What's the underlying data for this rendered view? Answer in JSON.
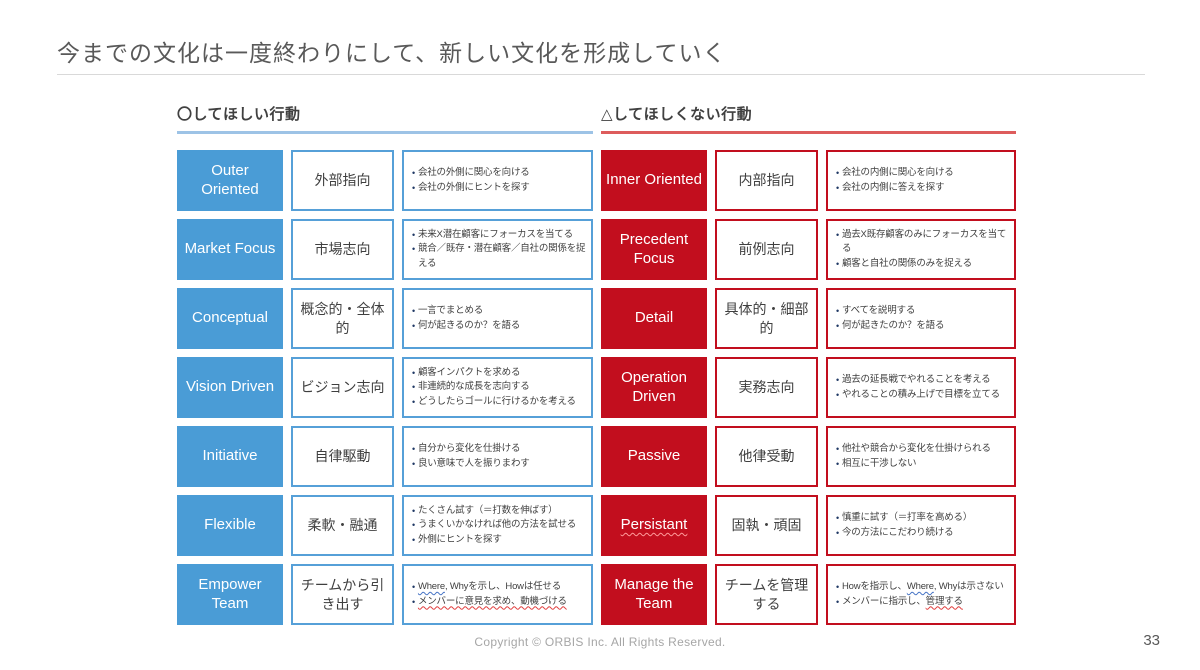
{
  "slide": {
    "title": "今までの文化は一度終わりにして、新しい文化を形成していく",
    "copyright": "Copyright © ORBIS Inc. All Rights Reserved.",
    "page_number": "33"
  },
  "colors": {
    "desired_fill": "#4A9CD6",
    "desired_border": "#56A0D8",
    "desired_header_underline": "#9DC3E6",
    "undesired_fill": "#C20E1E",
    "undesired_border": "#C20E1E",
    "undesired_header_underline": "#DD5C5C",
    "bullet_dot": "#1F3864",
    "title_text": "#595959",
    "body_text": "#404040"
  },
  "left_section": {
    "header": "〇してほしい行動",
    "rows": [
      {
        "en": "Outer Oriented",
        "jp": "外部指向",
        "bullets": [
          "会社の外側に関心を向ける",
          "会社の外側にヒントを探す"
        ]
      },
      {
        "en": "Market Focus",
        "jp": "市場志向",
        "bullets": [
          "未来X潜在顧客にフォーカスを当てる",
          "競合／既存・潜在顧客／自社の関係を捉える"
        ]
      },
      {
        "en": "Conceptual",
        "jp": "概念的・全体的",
        "bullets": [
          "一言でまとめる",
          "何が起きるのか？を語る"
        ]
      },
      {
        "en": "Vision Driven",
        "jp": "ビジョン志向",
        "bullets": [
          "顧客インパクトを求める",
          "非連続的な成長を志向する",
          "どうしたらゴールに行けるかを考える"
        ]
      },
      {
        "en": "Initiative",
        "jp": "自律駆動",
        "bullets": [
          "自分から変化を仕掛ける",
          "良い意味で人を振りまわす"
        ]
      },
      {
        "en": "Flexible",
        "jp": "柔軟・融通",
        "bullets": [
          "たくさん試す（＝打数を伸ばす）",
          "うまくいかなければ他の方法を試せる",
          "外側にヒントを探す"
        ]
      },
      {
        "en": "Empower Team",
        "jp": "チームから引き出す",
        "bullets": [
          [
            {
              "t": "Where",
              "wavy": "blue"
            },
            {
              "t": ", Whyを示し、Howは任せる"
            }
          ],
          [
            {
              "t": "メンバーに意見を求め、動機づける",
              "wavy": "red"
            }
          ]
        ]
      }
    ]
  },
  "right_section": {
    "header": "△してほしくない行動",
    "rows": [
      {
        "en": "Inner Oriented",
        "jp": "内部指向",
        "bullets": [
          "会社の内側に関心を向ける",
          "会社の内側に答えを探す"
        ]
      },
      {
        "en": "Precedent Focus",
        "jp": "前例志向",
        "bullets": [
          "過去X既存顧客のみにフォーカスを当てる",
          "顧客と自社の関係のみを捉える"
        ]
      },
      {
        "en": "Detail",
        "jp": "具体的・細部的",
        "bullets": [
          "すべてを説明する",
          "何が起きたのか？を語る"
        ]
      },
      {
        "en": "Operation Driven",
        "jp": "実務志向",
        "bullets": [
          "過去の延長戦でやれることを考える",
          "やれることの積み上げで目標を立てる"
        ]
      },
      {
        "en": "Passive",
        "jp": "他律受動",
        "bullets": [
          "他社や競合から変化を仕掛けられる",
          "相互に干渉しない"
        ]
      },
      {
        "en": "Persistant",
        "en_wavy": true,
        "jp": "固執・頑固",
        "bullets": [
          "慎重に試す（＝打率を高める）",
          "今の方法にこだわり続ける"
        ]
      },
      {
        "en": "Manage the Team",
        "jp": "チームを管理する",
        "bullets": [
          [
            {
              "t": "Howを指示し、"
            },
            {
              "t": "Where",
              "wavy": "blue"
            },
            {
              "t": ", Whyは示さない"
            }
          ],
          [
            {
              "t": "メンバーに指示し、"
            },
            {
              "t": "管理する",
              "wavy": "red"
            }
          ]
        ]
      }
    ]
  }
}
